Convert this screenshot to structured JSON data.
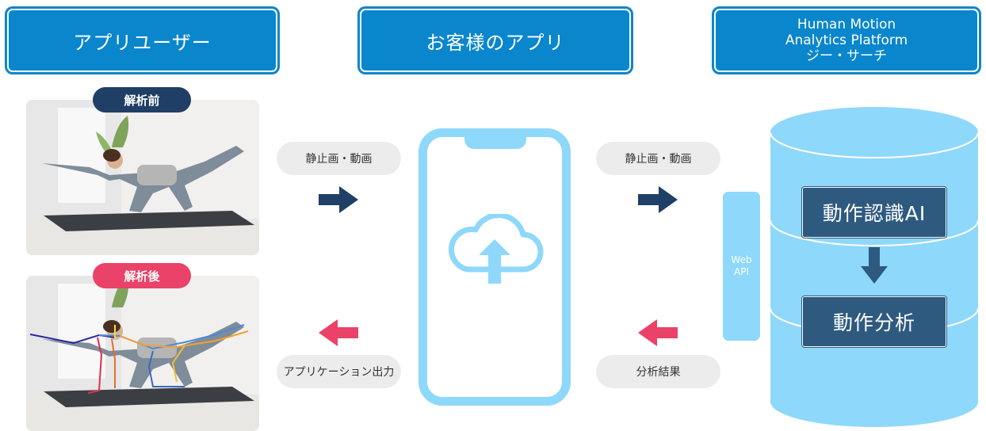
{
  "headers": {
    "app_user": "アプリユーザー",
    "customer_app": "お客様のアプリ",
    "platform_line1": "Human Motion",
    "platform_line2": "Analytics Platform",
    "platform_line3": "ジー・サーチ"
  },
  "photos": {
    "before_label": "解析前",
    "after_label": "解析後"
  },
  "flow_labels": {
    "upload_left": "静止画・動画",
    "upload_right": "静止画・動画",
    "output_left": "アプリケーション出力",
    "result_right": "分析結果"
  },
  "web_api": {
    "line1": "Web",
    "line2": "API"
  },
  "ai_steps": {
    "recognition": "動作認識AI",
    "analysis": "動作分析"
  },
  "colors": {
    "header_blue": "#0a86cc",
    "light_blue": "#8ed8fb",
    "navy": "#1f3f66",
    "pink": "#ea4268",
    "ai_box": "#2f5a80"
  }
}
